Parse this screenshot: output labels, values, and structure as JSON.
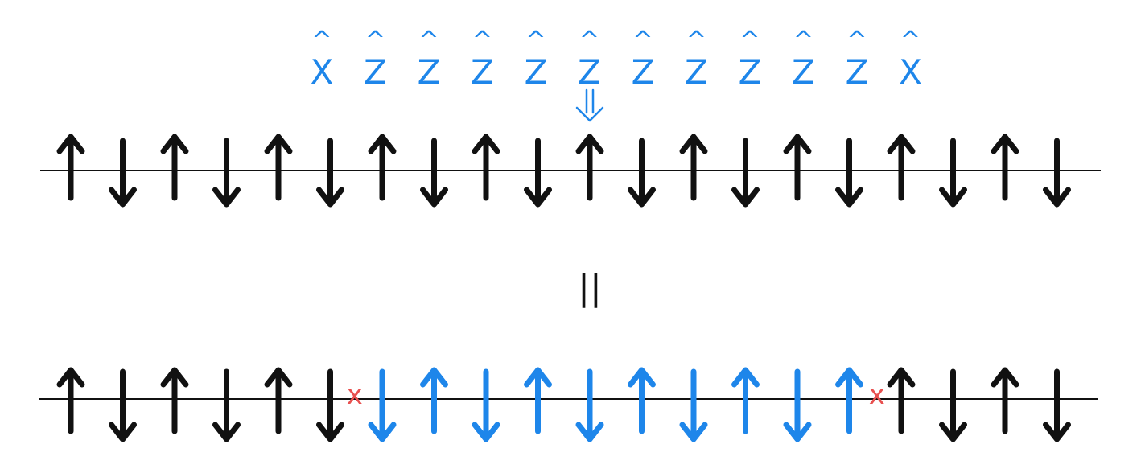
{
  "colors": {
    "ink": "#111111",
    "blue": "#1e86ea",
    "red": "#e8504f",
    "background": "#ffffff"
  },
  "operators": {
    "labels": [
      "X",
      "Z",
      "Z",
      "Z",
      "Z",
      "Z",
      "Z",
      "Z",
      "Z",
      "Z",
      "Z",
      "X"
    ],
    "hat": "^",
    "pointer_icon": "double-down-arrow-icon",
    "pointer_target_spin_index": 10
  },
  "top_chain": {
    "spins": [
      "up",
      "down",
      "up",
      "down",
      "up",
      "down",
      "up",
      "down",
      "up",
      "down",
      "up",
      "down",
      "up",
      "down",
      "up",
      "down",
      "up",
      "down",
      "up",
      "down"
    ]
  },
  "equals_symbol": "||",
  "bottom_chain": {
    "spins": [
      "up",
      "down",
      "up",
      "down",
      "up",
      "down",
      "down",
      "up",
      "down",
      "up",
      "down",
      "up",
      "down",
      "up",
      "down",
      "up",
      "up",
      "down",
      "up",
      "down"
    ],
    "flipped_range": [
      6,
      15
    ],
    "domain_wall_marks": [
      "x",
      "x"
    ]
  }
}
